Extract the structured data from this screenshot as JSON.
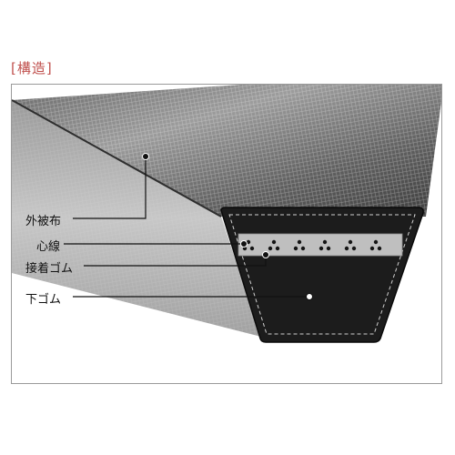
{
  "heading": "[構造]",
  "labels": {
    "cover_fabric": "外被布",
    "core_cord": "心線",
    "adhesive_rubber": "接着ゴム",
    "lower_rubber": "下ゴム"
  }
}
